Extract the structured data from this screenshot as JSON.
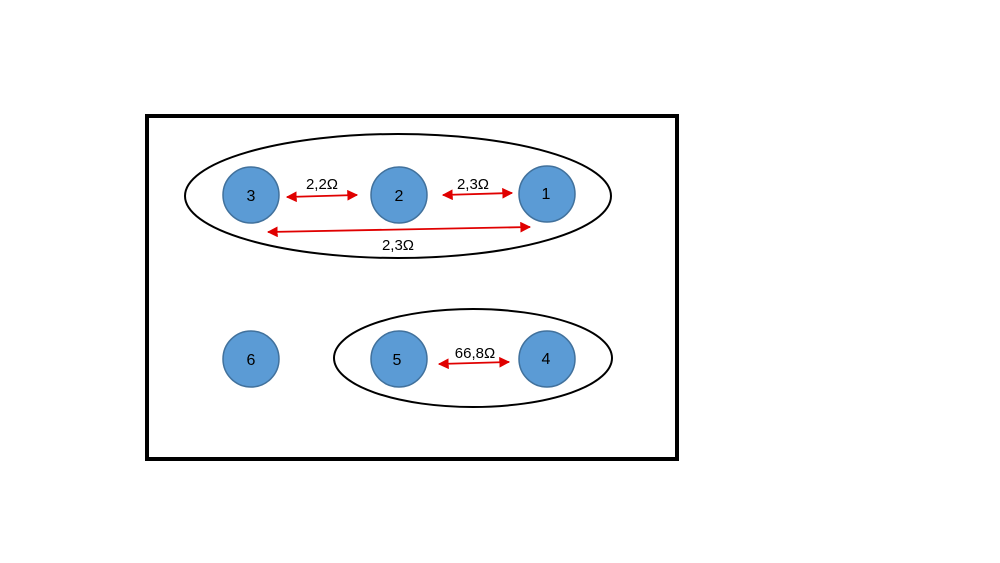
{
  "colors": {
    "node_fill": "#5b9bd5",
    "node_stroke": "#41719c",
    "arrow": "#e00000",
    "outline": "#000000"
  },
  "nodes": [
    {
      "id": "3",
      "label": "3"
    },
    {
      "id": "2",
      "label": "2"
    },
    {
      "id": "1",
      "label": "1"
    },
    {
      "id": "6",
      "label": "6"
    },
    {
      "id": "5",
      "label": "5"
    },
    {
      "id": "4",
      "label": "4"
    }
  ],
  "groups": [
    {
      "name": "group-nodes-1-2-3",
      "members": [
        "3",
        "2",
        "1"
      ]
    },
    {
      "name": "group-nodes-4-5",
      "members": [
        "5",
        "4"
      ]
    }
  ],
  "edges": [
    {
      "from": "3",
      "to": "2",
      "label": "2,2Ω"
    },
    {
      "from": "2",
      "to": "1",
      "label": "2,3Ω"
    },
    {
      "from": "3",
      "to": "1",
      "label": "2,3Ω"
    },
    {
      "from": "5",
      "to": "4",
      "label": "66,8Ω"
    }
  ]
}
